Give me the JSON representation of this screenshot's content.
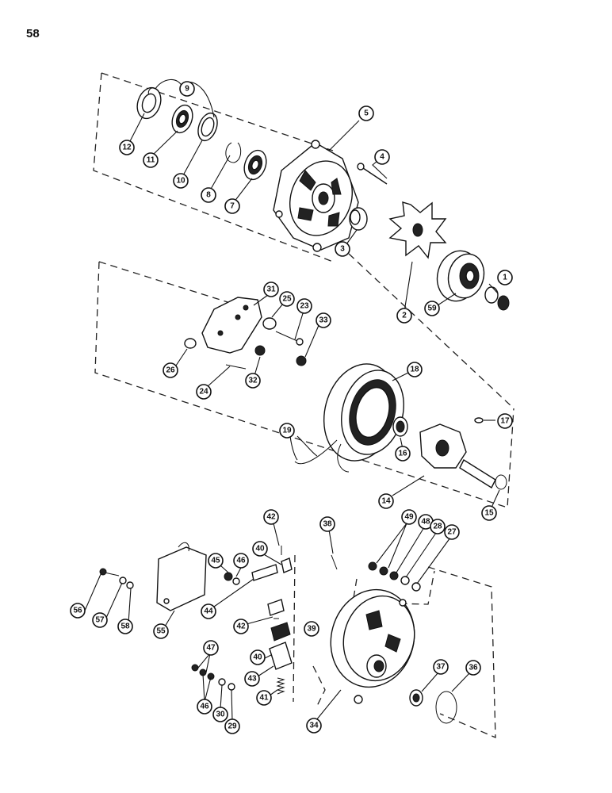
{
  "page": {
    "number": "58"
  },
  "callouts": [
    "1",
    "2",
    "3",
    "4",
    "5",
    "7",
    "8",
    "9",
    "10",
    "11",
    "12",
    "14",
    "15",
    "16",
    "17",
    "18",
    "19",
    "23",
    "24",
    "25",
    "26",
    "27",
    "28",
    "29",
    "30",
    "31",
    "32",
    "33",
    "34",
    "36",
    "37",
    "38",
    "39",
    "40",
    "40",
    "41",
    "42",
    "42",
    "43",
    "44",
    "45",
    "46",
    "46",
    "47",
    "48",
    "49",
    "55",
    "56",
    "57",
    "58",
    "59"
  ]
}
